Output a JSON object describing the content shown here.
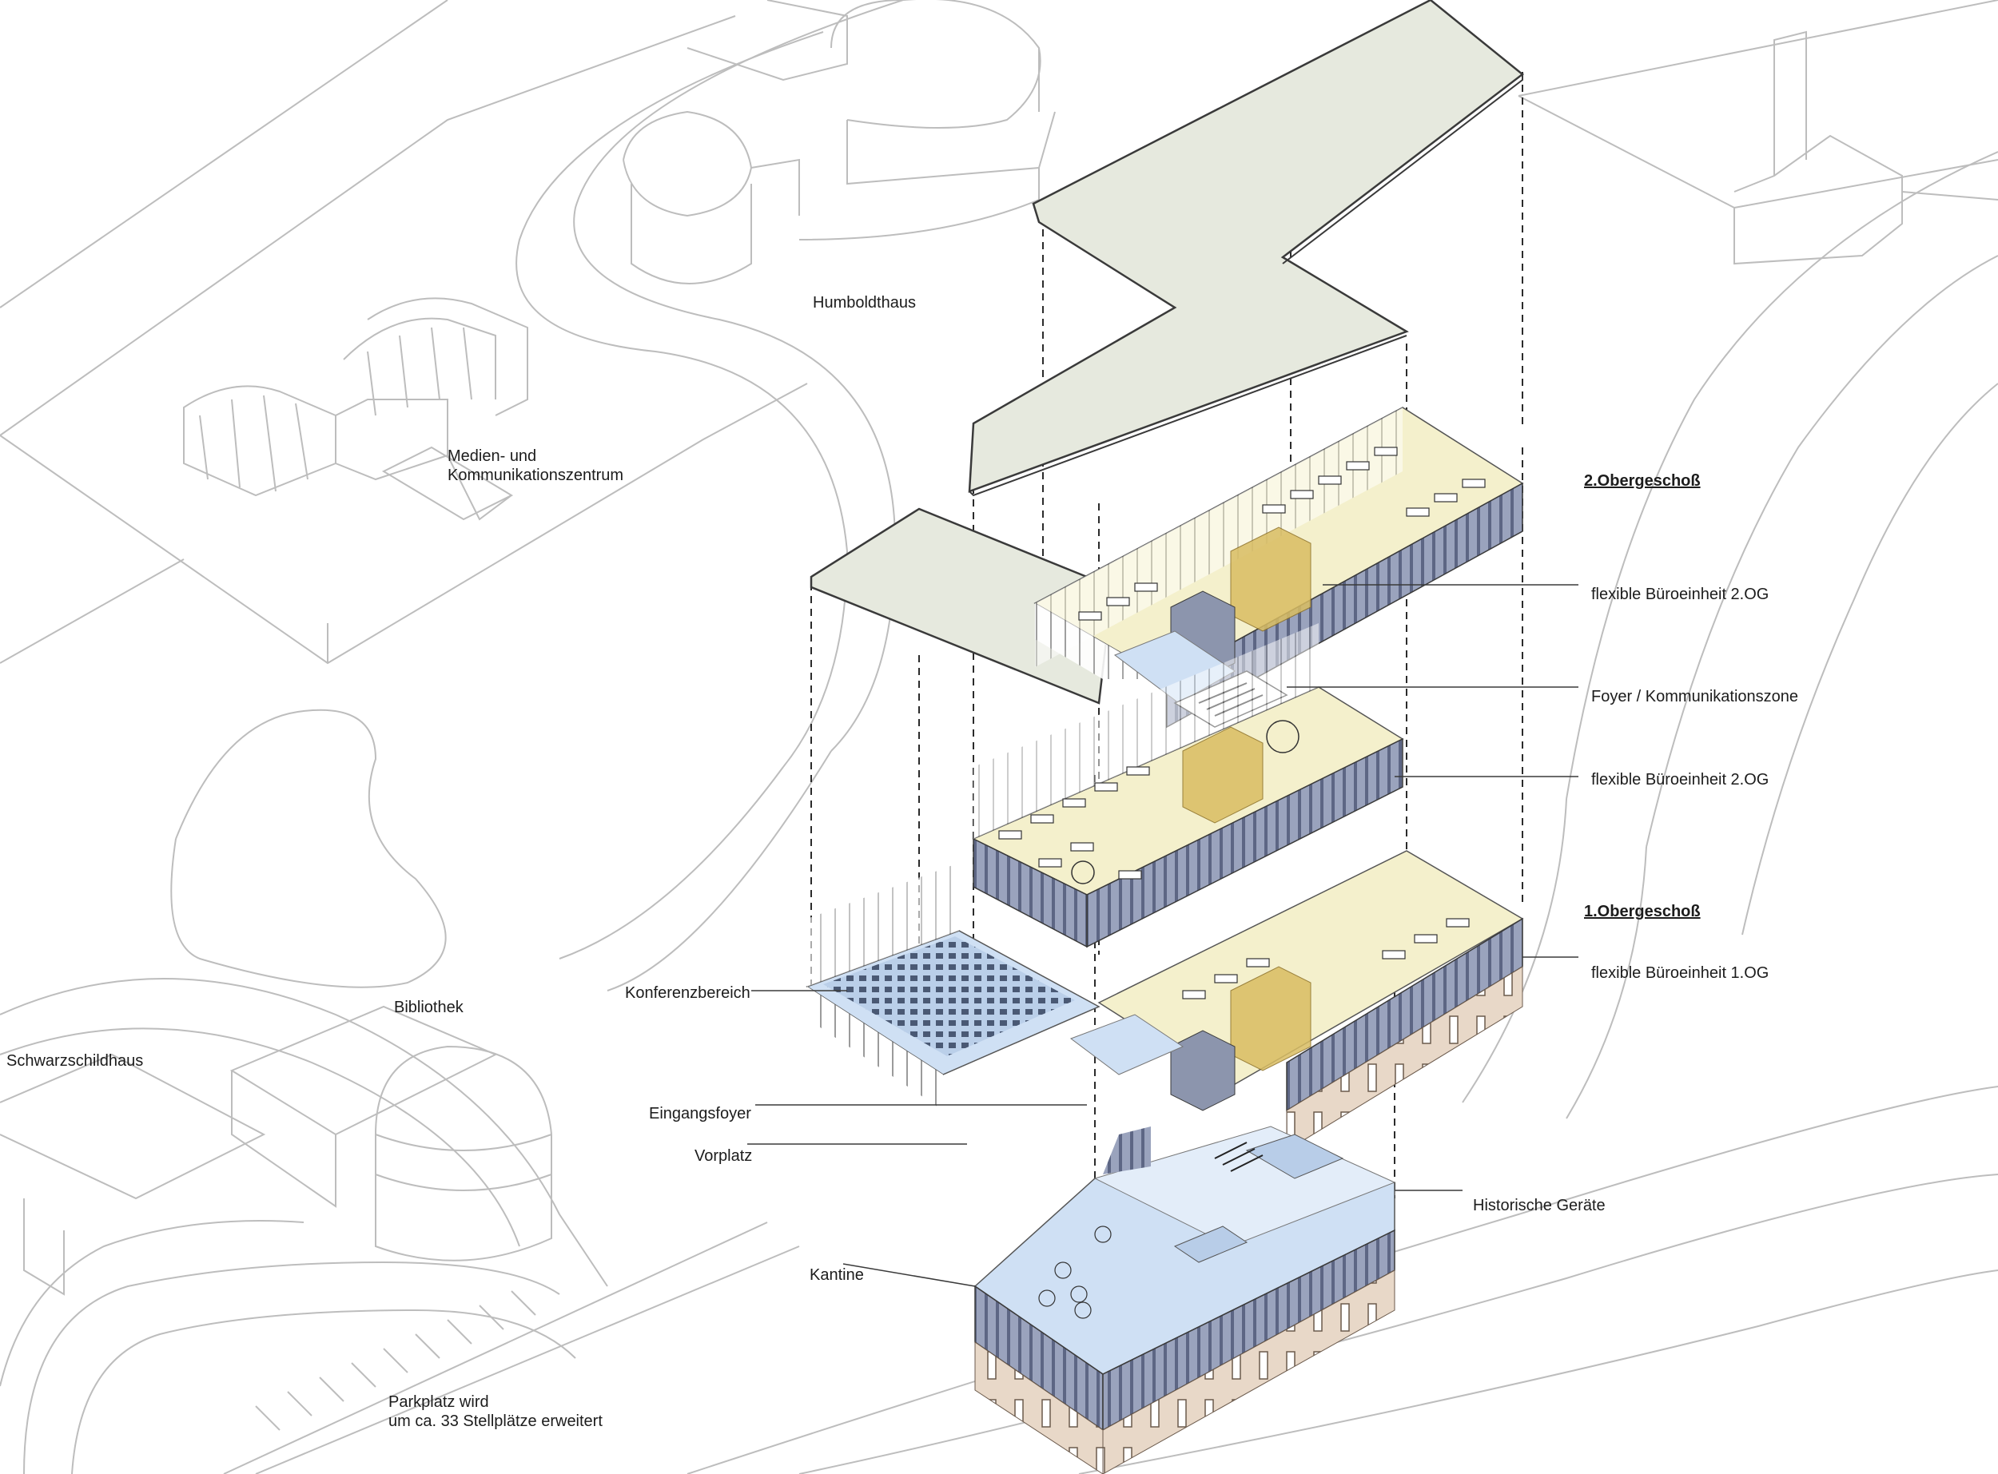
{
  "diagram": {
    "context_labels": {
      "humboldthaus": "Humboldthaus",
      "medien": "Medien- und\nKommunikationszentrum",
      "bibliothek": "Bibliothek",
      "schwarzschildhaus": "Schwarzschildhaus",
      "parkplatz": "Parkplatz wird\num ca. 33 Stellplätze erweitert"
    },
    "left_labels": {
      "konferenzbereich": "Konferenzbereich",
      "eingangsfoyer": "Eingangsfoyer",
      "vorplatz": "Vorplatz",
      "kantine": "Kantine"
    },
    "right_labels": {
      "og2_heading": "2.Obergeschoß",
      "og2_flex_upper": "flexible Büroeinheit 2.OG",
      "foyer": "Foyer / Kommunikationszone",
      "og2_flex_lower": "flexible Büroeinheit 2.OG",
      "og1_heading": "1.Obergeschoß",
      "og1_flex": "flexible Büroeinheit 1.OG",
      "historische": "Historische Geräte"
    },
    "colors": {
      "line": "#bdbdbd",
      "dark_line": "#3a3a3a",
      "roof_fill": "#e6e9de",
      "facade_blue": "#8e98b3",
      "floor_yellow": "#f4f0cc",
      "core_yellow": "#d9bd62",
      "core_grey": "#8c95ad",
      "floor_blue": "#cfe0f4",
      "plinth": "#e8d8c8"
    }
  }
}
